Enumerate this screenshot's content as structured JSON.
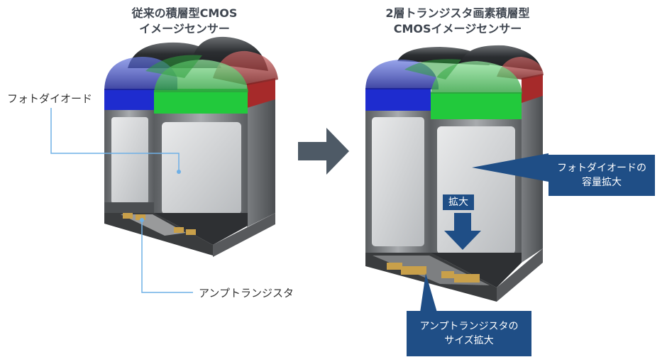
{
  "left_title": {
    "line1": "従来の積層型CMOS",
    "line2": "イメージセンサー"
  },
  "right_title": {
    "line1": "2層トランジスタ画素積層型",
    "line2": "CMOSイメージセンサー"
  },
  "left_labels": {
    "photodiode": "フォトダイオード",
    "amp_transistor": "アンプトランジスタ"
  },
  "right_callouts": {
    "photodiode_line1": "フォトダイオードの",
    "photodiode_line2": "容量拡大",
    "enlarge": "拡大",
    "amp_line1": "アンプトランジスタの",
    "amp_line2": "サイズ拡大"
  },
  "colors": {
    "callout": "#1f4e86",
    "leader": "#6fb0e6",
    "arrow": "#4e5a66",
    "blue_filter": "#1e2ccf",
    "green_filter": "#22c93c",
    "red_filter": "#b42a2a",
    "amp": "#c9a04a"
  }
}
